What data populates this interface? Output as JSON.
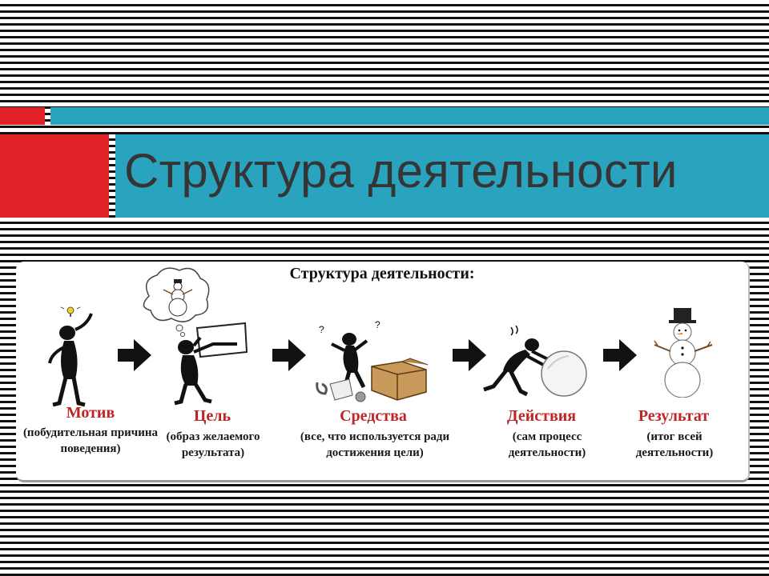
{
  "slide": {
    "title": "Структура деятельности"
  },
  "panel": {
    "heading": "Структура деятельности:"
  },
  "stages": [
    {
      "name": "Мотив",
      "description": "(побудительная причина поведения)",
      "icon": "lightbulb-figure-icon"
    },
    {
      "name": "Цель",
      "description": "(образ желаемого результата)",
      "icon": "thinking-figure-icon"
    },
    {
      "name": "Средства",
      "description": "(все, что используется ради достижения цели)",
      "icon": "materials-figure-icon"
    },
    {
      "name": "Действия",
      "description": "(сам процесс деятельности)",
      "icon": "rolling-snowball-figure-icon"
    },
    {
      "name": "Результат",
      "description": "(итог всей деятельности)",
      "icon": "snowman-icon"
    }
  ],
  "arrow_icon": "right-arrow-icon",
  "colors": {
    "accent_red": "#e02227",
    "accent_teal": "#2aa3bf",
    "title_text": "#353535",
    "stage_name": "#c02525",
    "stripes": "#111111"
  }
}
